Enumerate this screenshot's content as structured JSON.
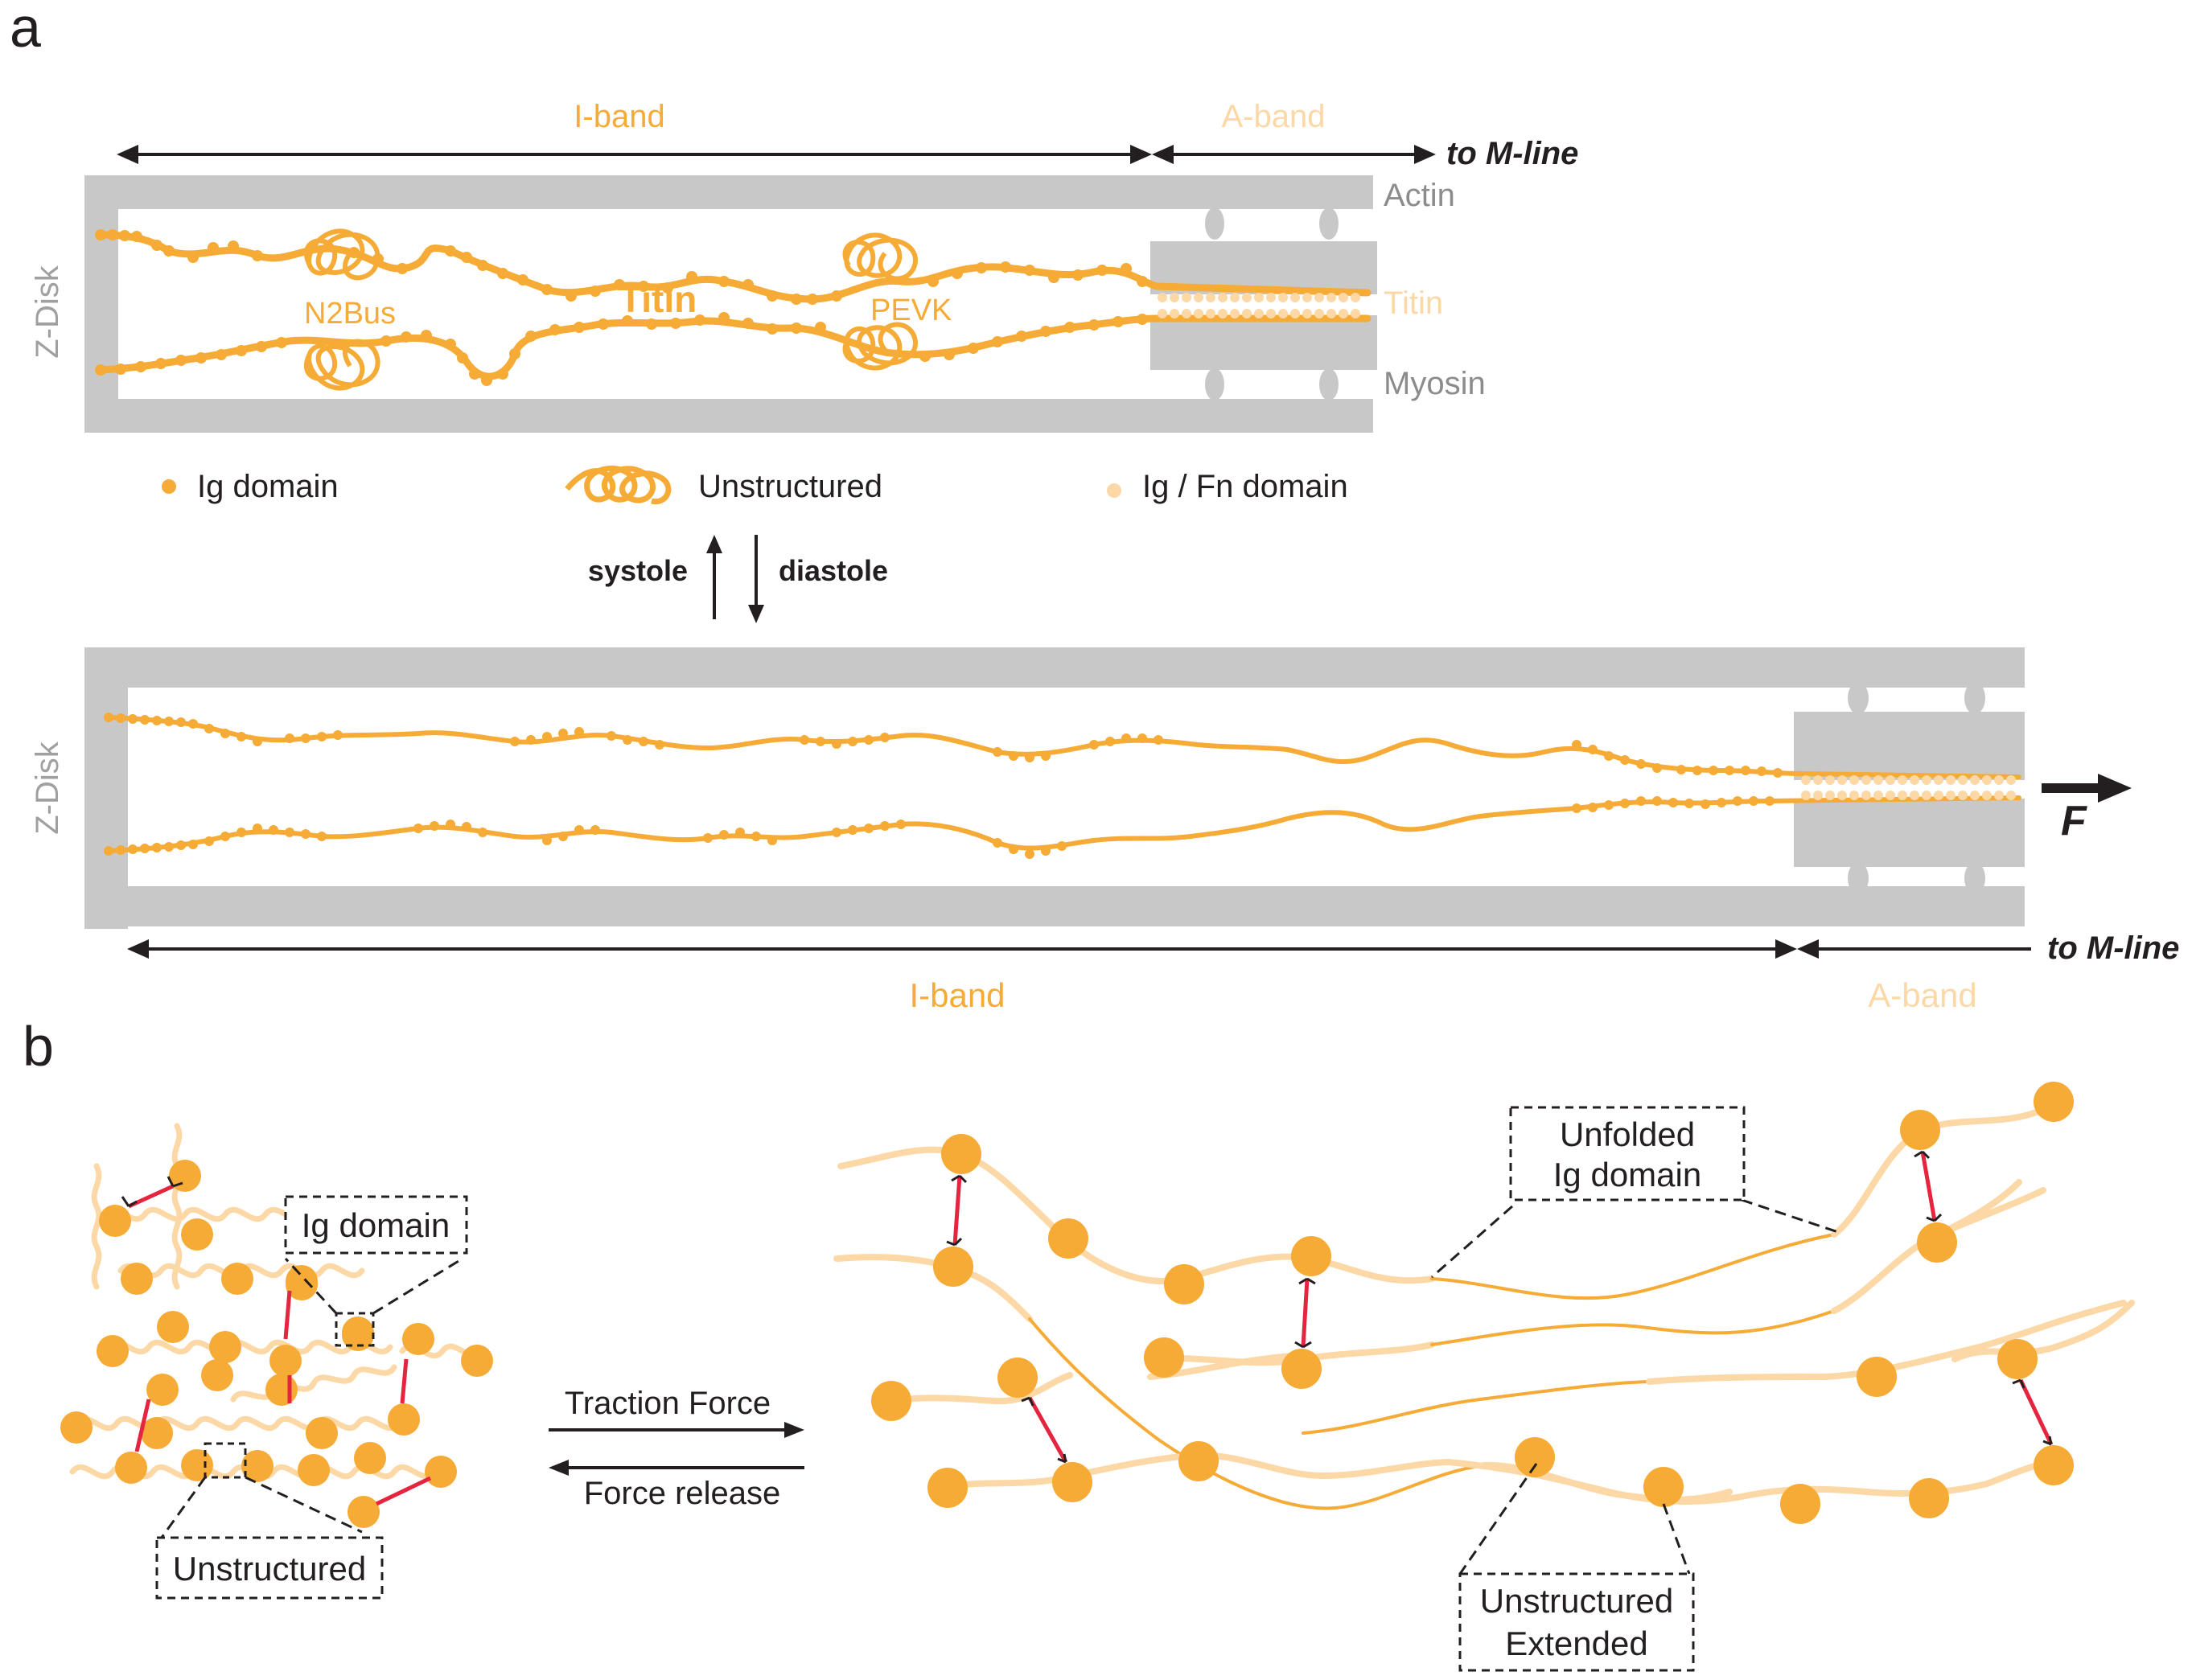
{
  "colors": {
    "titin": "#F5AB35",
    "titin_light": "#FCD8A6",
    "grey": "#C8C8C8",
    "grey_text": "#8C8C8C",
    "crosslink": "#E5243F",
    "ink": "#231F20"
  },
  "panel_a": {
    "label": "a",
    "top": {
      "i_band": "I-band",
      "a_band": "A-band",
      "m_line": "to M-line",
      "actin": "Actin",
      "titin_right": "Titin",
      "myosin": "Myosin",
      "z_disk": "Z-Disk",
      "n2bus": "N2Bus",
      "titin_center": "Titin",
      "pevk": "PEVK"
    },
    "legend": {
      "ig": "Ig domain",
      "unstructured": "Unstructured",
      "ig_fn": "Ig / Fn domain"
    },
    "transition": {
      "systole": "systole",
      "diastole": "diastole"
    },
    "bottom": {
      "z_disk": "Z-Disk",
      "force": "F",
      "m_line": "to M-line",
      "i_band": "I-band",
      "a_band": "A-band"
    }
  },
  "panel_b": {
    "label": "b",
    "ig_domain_box": "Ig domain",
    "unstructured_box": "Unstructured",
    "traction": "Traction Force",
    "release": "Force release",
    "unfolded_line1": "Unfolded",
    "unfolded_line2": "Ig domain",
    "extended_line1": "Unstructured",
    "extended_line2": "Extended"
  }
}
